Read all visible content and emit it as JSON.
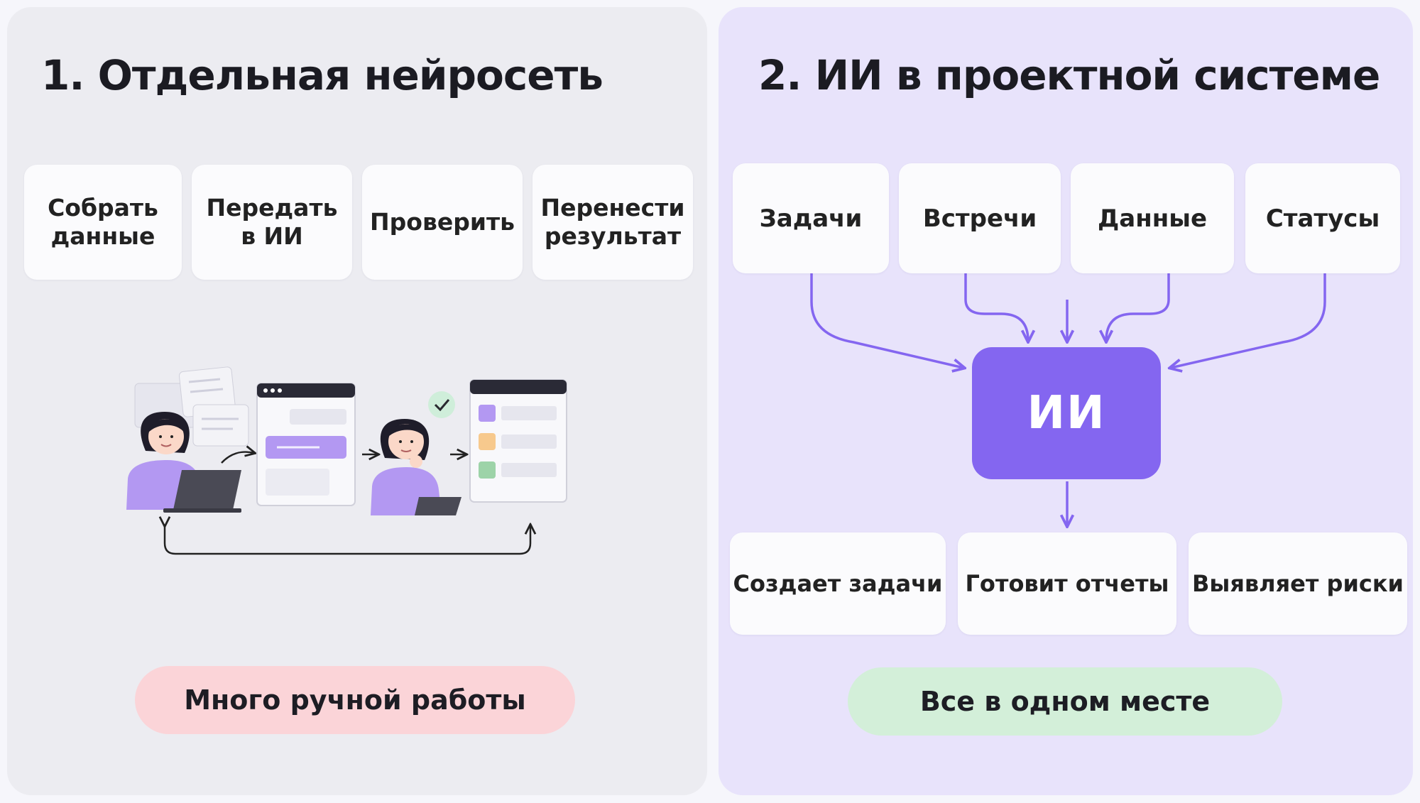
{
  "left": {
    "title": "1. Отдельная нейросеть",
    "steps": [
      {
        "line1": "Собрать",
        "line2": "данные"
      },
      {
        "line1": "Передать",
        "line2": "в ИИ"
      },
      {
        "line1": "Проверить",
        "line2": ""
      },
      {
        "line1": "Перенести",
        "line2": "результат"
      }
    ],
    "pill": "Много ручной работы"
  },
  "right": {
    "title": "2. ИИ в проектной системе",
    "sources": [
      "Задачи",
      "Встречи",
      "Данные",
      "Статусы"
    ],
    "center": "ИИ",
    "outputs": [
      "Создает задачи",
      "Готовит отчеты",
      "Выявляет риски"
    ],
    "pill": "Все в одном месте"
  },
  "colors": {
    "accent": "#8466f0",
    "left_bg": "#ececf1",
    "right_bg": "#e8e3fb",
    "pill_red": "#fbd4d8",
    "pill_green": "#d3efd9"
  }
}
